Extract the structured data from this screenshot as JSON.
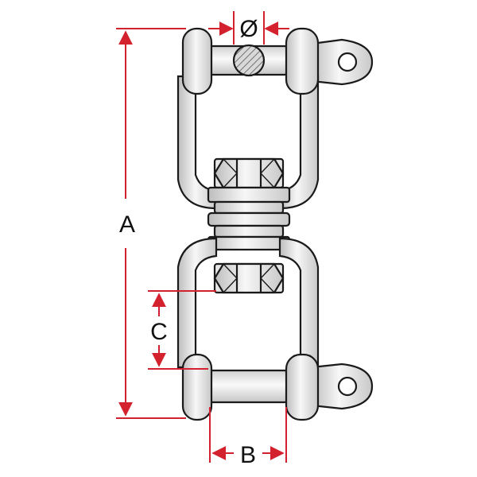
{
  "diagram": {
    "colors": {
      "outline": "#1a1a1a",
      "metal_light": "#f2f2f2",
      "metal_mid": "#dcdcdc",
      "metal_dark": "#bdbdbd",
      "dimension": "#d4212e"
    },
    "labels": {
      "diameter": "Ø",
      "length": "A",
      "width": "B",
      "jaw_depth": "C"
    }
  }
}
